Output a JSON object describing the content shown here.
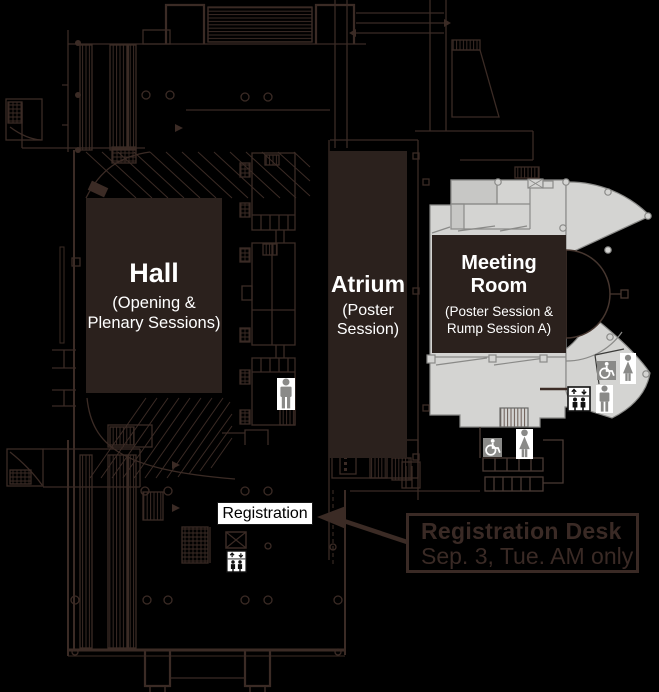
{
  "colors": {
    "background": "#000000",
    "linework": "#3b2b25",
    "room_fill": "#2b211d",
    "room_text": "#ffffff",
    "wing_fill": "#d4d4d2",
    "wing_outline": "#8a8a88",
    "icon_gray": "#8a8a88",
    "label_bg": "#ffffff",
    "label_text": "#000000",
    "callout_color": "#3a2a25"
  },
  "rooms": {
    "hall": {
      "name": "Hall",
      "note_line1": "(Opening &",
      "note_line2": "Plenary Sessions)"
    },
    "atrium": {
      "name": "Atrium",
      "note_line1": "(Poster",
      "note_line2": "Session)"
    },
    "meeting_room": {
      "name": "Meeting Room",
      "note_line1": "(Poster Session &",
      "note_line2": "Rump Session A)"
    }
  },
  "labels": {
    "registration": "Registration",
    "registration_desk": {
      "title": "Registration Desk",
      "schedule": "Sep. 3, Tue. AM only"
    }
  },
  "legend_icons": {
    "mens_restroom": "mens-restroom",
    "womens_restroom": "womens-restroom",
    "wheelchair_accessible": "wheelchair-accessible",
    "elevator": "elevator",
    "escalator": "escalator"
  }
}
